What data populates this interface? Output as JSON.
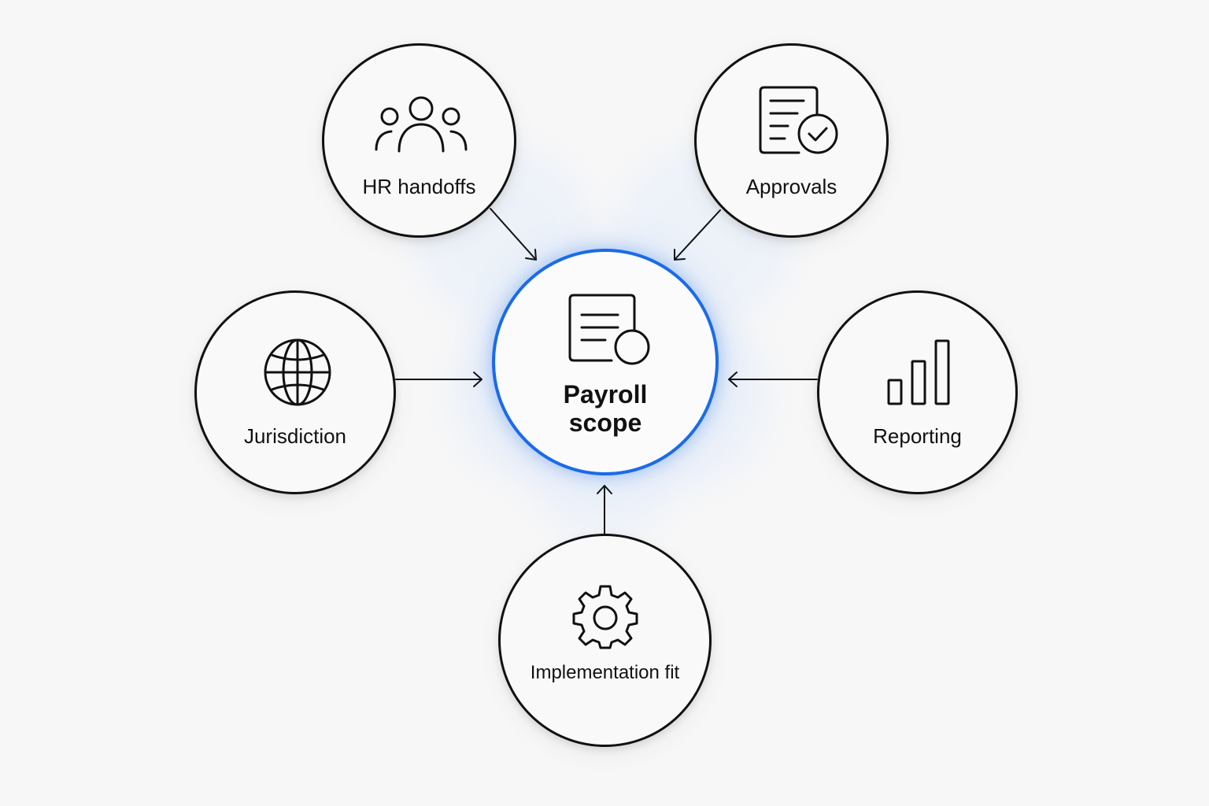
{
  "diagram": {
    "center": {
      "label": "Payroll scope",
      "icon": "document-gear-icon"
    },
    "nodes": [
      {
        "id": "hr-handoffs",
        "label": "HR handoffs",
        "icon": "people-icon"
      },
      {
        "id": "approvals",
        "label": "Approvals",
        "icon": "document-check-icon"
      },
      {
        "id": "jurisdiction",
        "label": "Jurisdiction",
        "icon": "globe-icon"
      },
      {
        "id": "reporting",
        "label": "Reporting",
        "icon": "bar-chart-icon"
      },
      {
        "id": "implementation-fit",
        "label": "Implementation fit",
        "icon": "gear-icon"
      }
    ],
    "edges_to_center": [
      "hr-handoffs",
      "approvals",
      "jurisdiction",
      "reporting",
      "implementation-fit"
    ]
  },
  "colors": {
    "background": "#f7f7f7",
    "stroke": "#111111",
    "accent": "#1a6be8",
    "glow": "#e6eefb"
  }
}
